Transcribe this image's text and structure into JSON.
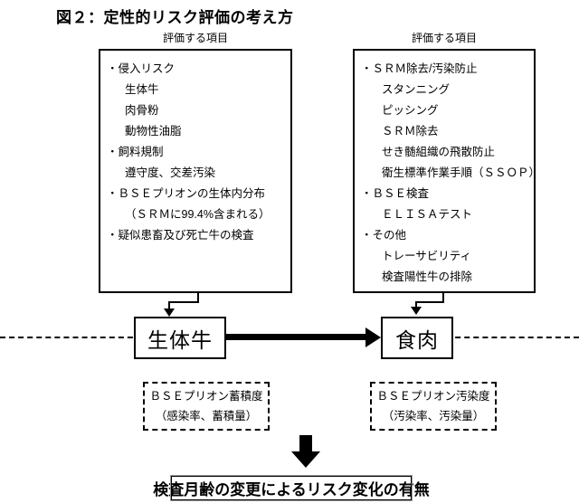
{
  "figure": {
    "title": "図２：定性的リスク評価の考え方"
  },
  "columns": {
    "left": {
      "caption": "評価する項目",
      "items": [
        {
          "level": 0,
          "text": "侵入リスク"
        },
        {
          "level": 1,
          "text": "生体牛"
        },
        {
          "level": 1,
          "text": "肉骨粉"
        },
        {
          "level": 1,
          "text": "動物性油脂"
        },
        {
          "level": 0,
          "text": "飼料規制"
        },
        {
          "level": 1,
          "text": "遵守度、交差汚染"
        },
        {
          "level": 0,
          "text": "ＢＳＥプリオンの生体内分布"
        },
        {
          "level": 1,
          "text": "（ＳＲＭに99.4%含まれる）"
        },
        {
          "level": 0,
          "text": "疑似患畜及び死亡牛の検査"
        }
      ]
    },
    "right": {
      "caption": "評価する項目",
      "items": [
        {
          "level": 0,
          "text": "ＳＲＭ除去/汚染防止"
        },
        {
          "level": 1,
          "text": "スタンニング"
        },
        {
          "level": 1,
          "text": "ピッシング"
        },
        {
          "level": 1,
          "text": "ＳＲＭ除去"
        },
        {
          "level": 1,
          "text": "せき髄組織の飛散防止"
        },
        {
          "level": 1,
          "text": "衛生標準作業手順（ＳＳＯＰ）"
        },
        {
          "level": 0,
          "text": "ＢＳＥ検査"
        },
        {
          "level": 1,
          "text": "ＥＬＩＳＡテスト"
        },
        {
          "level": 0,
          "text": "その他"
        },
        {
          "level": 1,
          "text": "トレーサビリティ"
        },
        {
          "level": 1,
          "text": "検査陽性牛の排除"
        }
      ]
    }
  },
  "nodes": {
    "cattle": "生体牛",
    "meat": "食肉"
  },
  "measures": {
    "left": {
      "line1": "ＢＳＥプリオン蓄積度",
      "line2": "（感染率、蓄積量）"
    },
    "right": {
      "line1": "ＢＳＥプリオン汚染度",
      "line2": "（汚染率、汚染量）"
    }
  },
  "conclusion": {
    "text": "検査月齢の変更によるリスク変化の有無"
  },
  "symbols": {
    "bullet": "・"
  },
  "colors": {
    "ink": "#000000",
    "paper": "#ffffff",
    "conclusion_shadow": "#9a9a9a"
  }
}
